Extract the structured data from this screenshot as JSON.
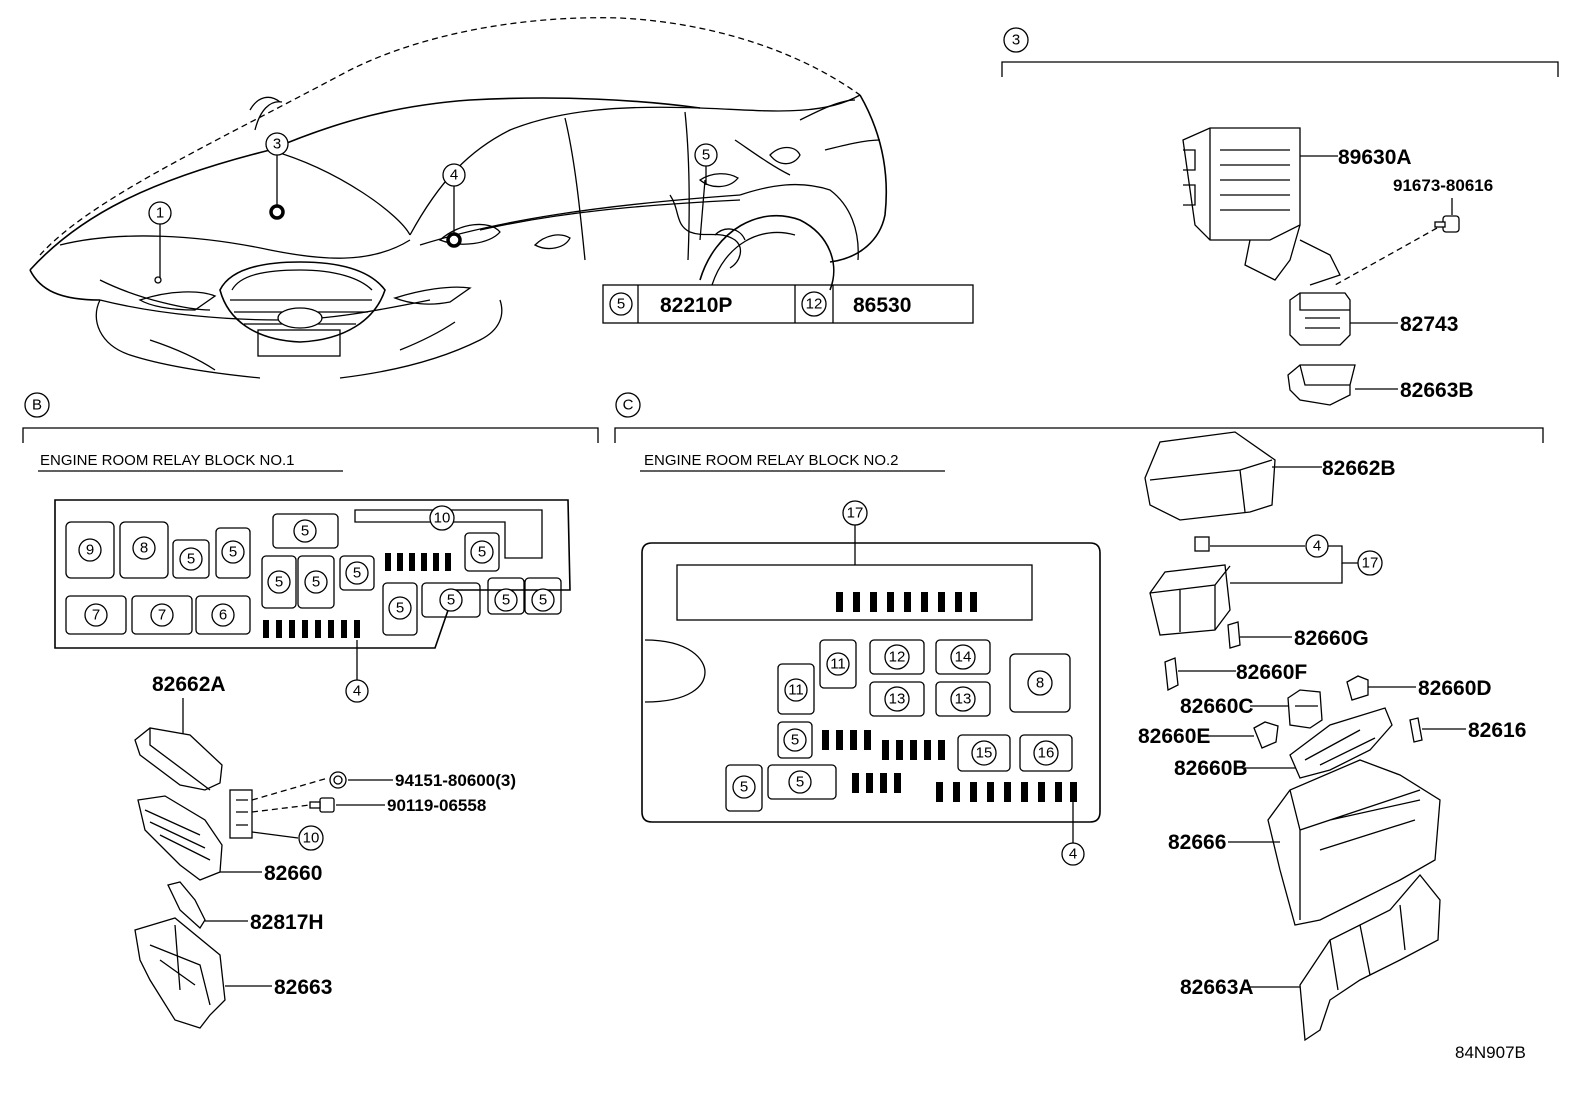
{
  "sections": {
    "three": "3",
    "b": "B",
    "c": "C"
  },
  "callouts": {
    "car": [
      "1",
      "3",
      "4",
      "5"
    ],
    "table": [
      {
        "circle": "5",
        "part": "82210P"
      },
      {
        "circle": "12",
        "part": "86530"
      }
    ]
  },
  "section3": {
    "parts": [
      "89630A",
      "91673-80616",
      "82743",
      "82663B"
    ]
  },
  "blockB": {
    "title": "ENGINE ROOM RELAY BLOCK NO.1",
    "parts": [
      "82662A",
      "94151-80600(3)",
      "90119-06558",
      "82660",
      "82817H",
      "82663"
    ],
    "callout_10": "10",
    "callout_4": "4"
  },
  "blockC": {
    "title": "ENGINE ROOM RELAY BLOCK NO.2",
    "callout_17": "17",
    "callout_4": "4"
  },
  "rightParts": {
    "parts": [
      "82662B",
      "82660G",
      "82660F",
      "82660D",
      "82660C",
      "82660E",
      "82616",
      "82660B",
      "82666",
      "82663A"
    ],
    "callout_4": "4",
    "callout_17": "17"
  },
  "diagram_code": "84N907B"
}
